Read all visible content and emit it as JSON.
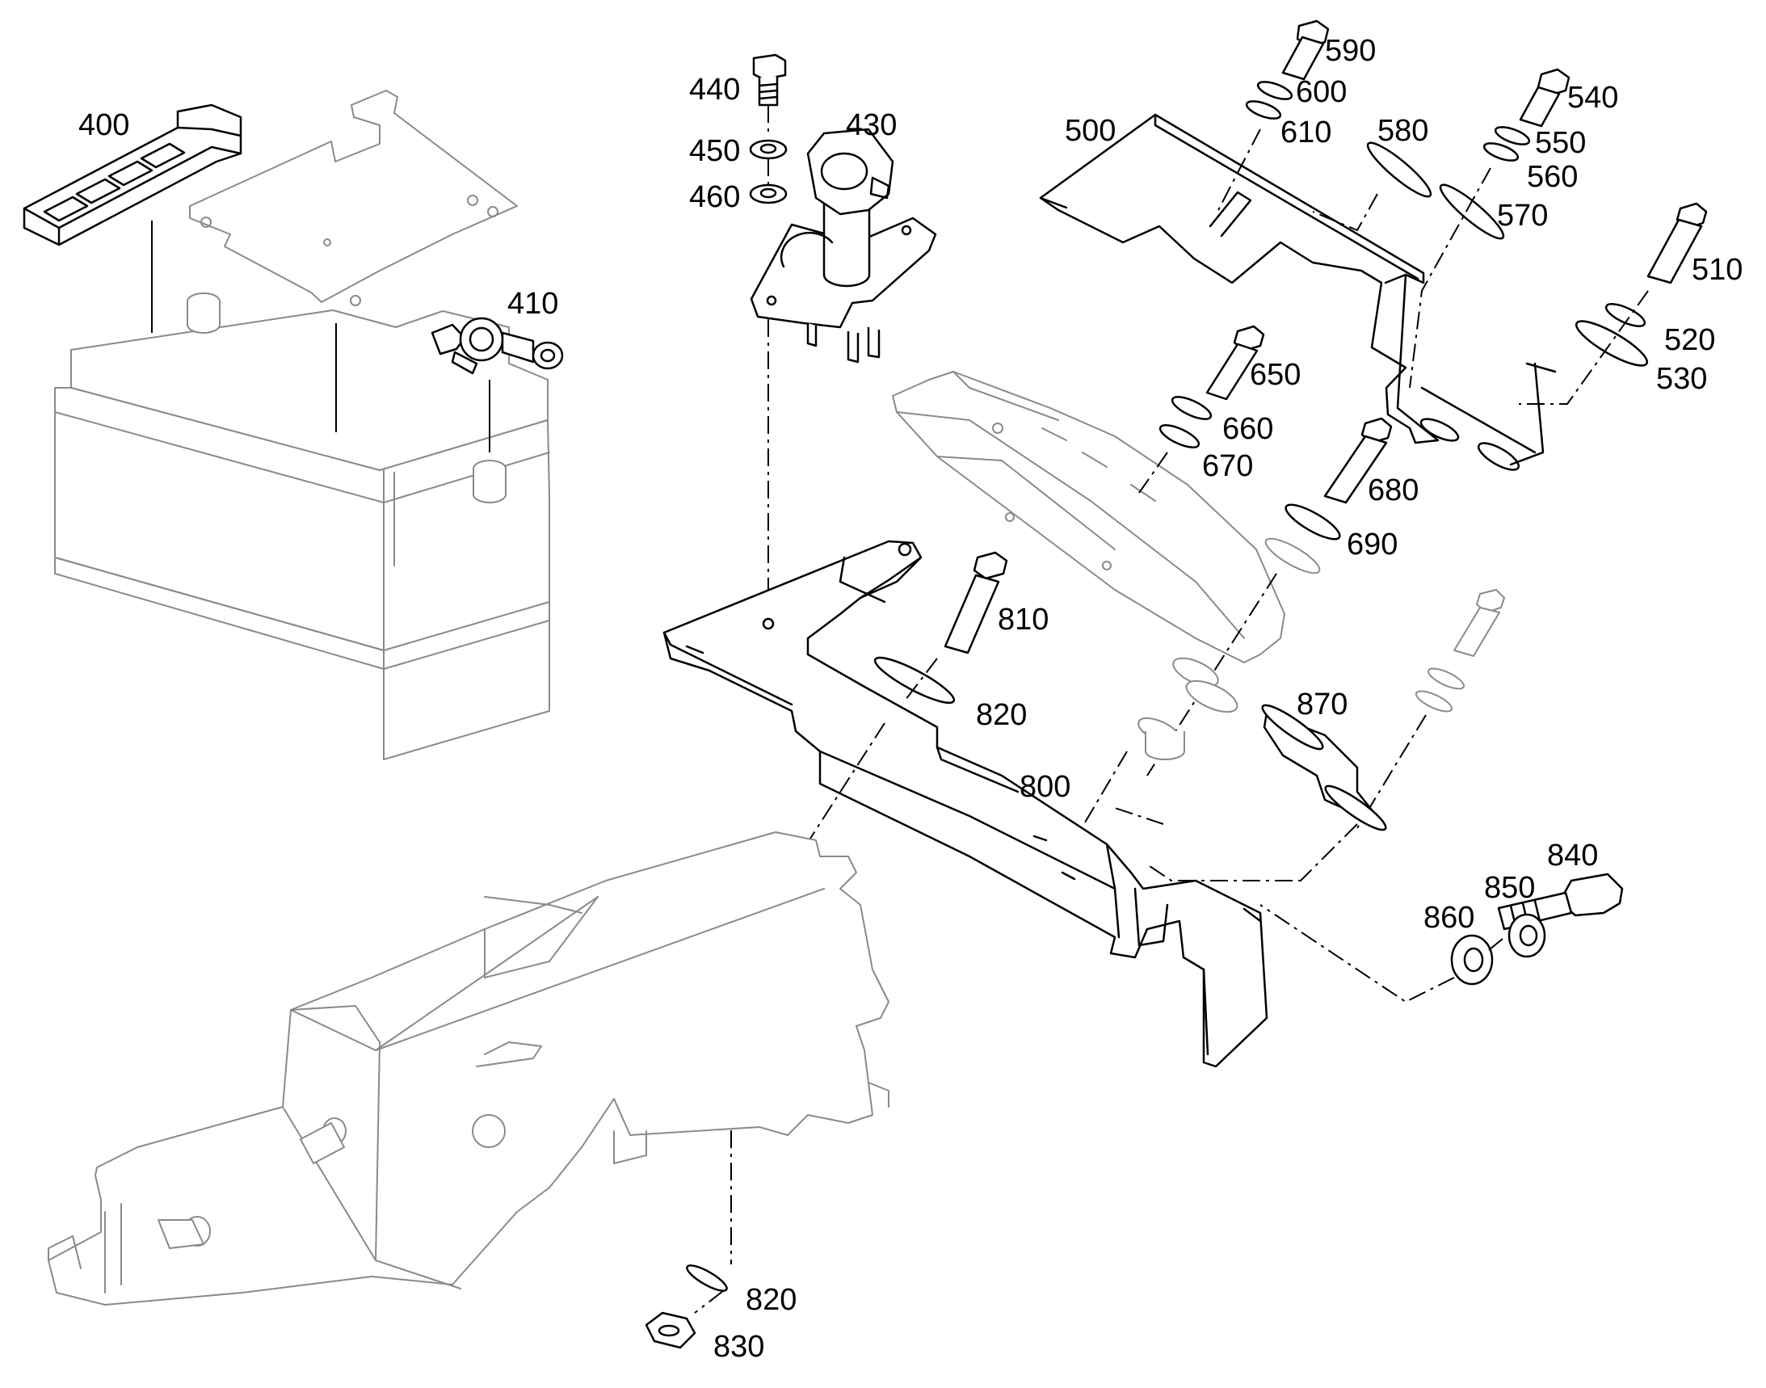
{
  "callouts": {
    "c400": "400",
    "c410": "410",
    "c430": "430",
    "c440": "440",
    "c450": "450",
    "c460": "460",
    "c500": "500",
    "c510": "510",
    "c520": "520",
    "c530": "530",
    "c540": "540",
    "c550": "550",
    "c560": "560",
    "c570": "570",
    "c580": "580",
    "c590": "590",
    "c600": "600",
    "c610": "610",
    "c650": "650",
    "c660": "660",
    "c670": "670",
    "c680": "680",
    "c690": "690",
    "c800": "800",
    "c810": "810",
    "c820a": "820",
    "c820b": "820",
    "c830": "830",
    "c840": "840",
    "c850": "850",
    "c860": "860",
    "c870": "870"
  }
}
